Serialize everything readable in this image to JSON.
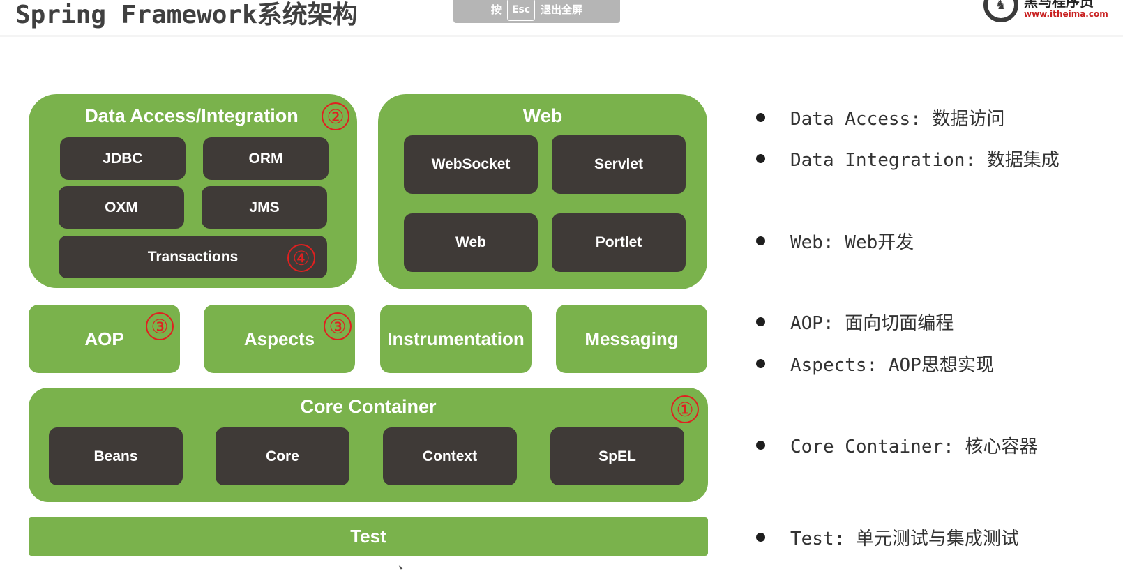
{
  "header": {
    "title": "Spring Framework系统架构",
    "esc_prefix": "按",
    "esc_key": "Esc",
    "esc_suffix": "退出全屏",
    "logo_name": "黑马程序员",
    "logo_url": "www.itheima.com"
  },
  "diagram": {
    "data_access": {
      "title": "Data Access/Integration",
      "marker": "②",
      "modules": [
        "JDBC",
        "ORM",
        "OXM",
        "JMS"
      ],
      "transactions": "Transactions",
      "transactions_marker": "④"
    },
    "web": {
      "title": "Web",
      "modules": [
        "WebSocket",
        "Servlet",
        "Web",
        "Portlet"
      ]
    },
    "middle": [
      {
        "label": "AOP",
        "marker": "③"
      },
      {
        "label": "Aspects",
        "marker": "③"
      },
      {
        "label": "Instrumentation",
        "marker": ""
      },
      {
        "label": "Messaging",
        "marker": ""
      }
    ],
    "core": {
      "title": "Core Container",
      "marker": "①",
      "modules": [
        "Beans",
        "Core",
        "Context",
        "SpEL"
      ]
    },
    "test": "Test"
  },
  "legend": [
    "Data Access: 数据访问",
    "Data Integration: 数据集成",
    "Web: Web开发",
    "AOP: 面向切面编程",
    "Aspects: AOP思想实现",
    "Core Container: 核心容器",
    "Test: 单元测试与集成测试"
  ],
  "colors": {
    "panel_green": "#7ab24c",
    "module_dark": "#3f3a37",
    "marker_red": "#e02020"
  }
}
